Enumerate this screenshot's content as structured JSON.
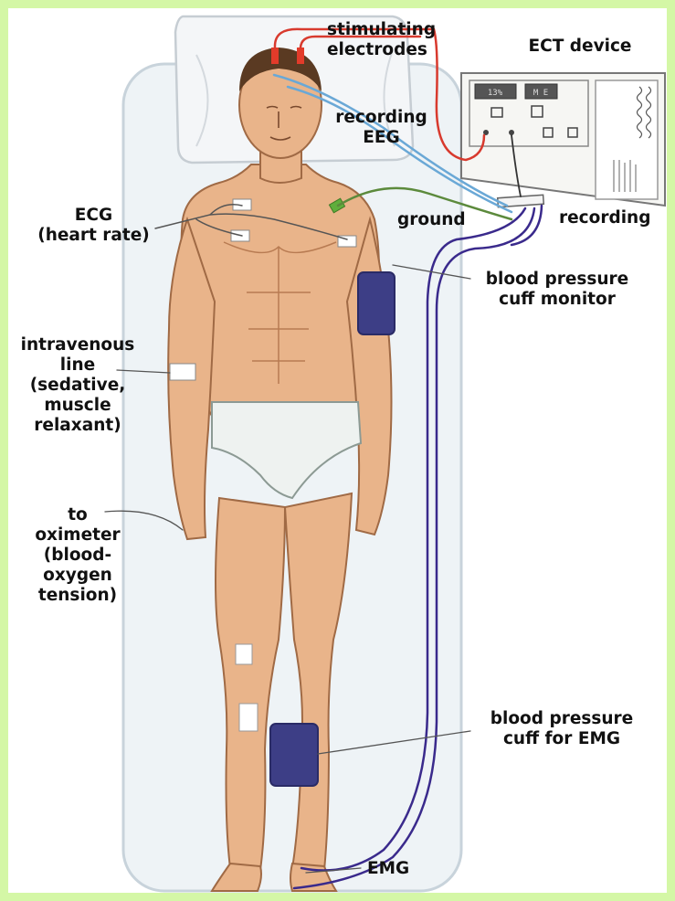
{
  "colors": {
    "border": "#d4f7a6",
    "red_wire": "#d83a2e",
    "blue_wire": "#6aa8d6",
    "green_wire": "#5c8a3c",
    "purple_wire": "#3a2a8c",
    "cuff": "#3d3e86",
    "skin": "#e9b48a",
    "mattress": "#eef3f6"
  },
  "labels": {
    "stimulating": [
      "stimulating",
      "electrodes"
    ],
    "ect_device": [
      "ECT device"
    ],
    "recording_eeg": [
      "recording",
      "EEG"
    ],
    "ecg": [
      "ECG",
      "(heart rate)"
    ],
    "ground": [
      "ground"
    ],
    "recording": [
      "recording"
    ],
    "bp_monitor": [
      "blood pressure",
      "cuff monitor"
    ],
    "iv_line": [
      "intravenous",
      "line",
      "(sedative,",
      "muscle",
      "relaxant)"
    ],
    "oximeter": [
      "to",
      "oximeter",
      "(blood-",
      "oxygen",
      "tension)"
    ],
    "bp_emg": [
      "blood pressure",
      "cuff for EMG"
    ],
    "emg": [
      "EMG"
    ]
  },
  "device": {
    "display_1": "13%",
    "display_2": "M E"
  }
}
